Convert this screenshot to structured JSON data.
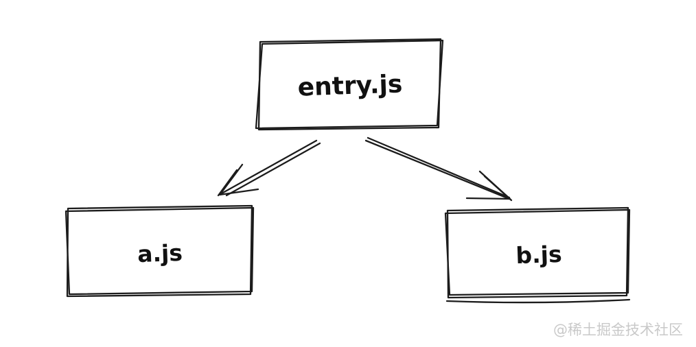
{
  "diagram": {
    "type": "dependency-graph",
    "nodes": [
      {
        "id": "entry",
        "label": "entry.js"
      },
      {
        "id": "a",
        "label": "a.js"
      },
      {
        "id": "b",
        "label": "b.js"
      }
    ],
    "edges": [
      {
        "from": "entry.js",
        "to": "a.js"
      },
      {
        "from": "entry.js",
        "to": "b.js"
      }
    ]
  },
  "watermark": {
    "text": "@稀土掘金技术社区",
    "color": "#c9c9c9"
  },
  "colors": {
    "ink": "#1c1c1c",
    "background": "#ffffff"
  }
}
